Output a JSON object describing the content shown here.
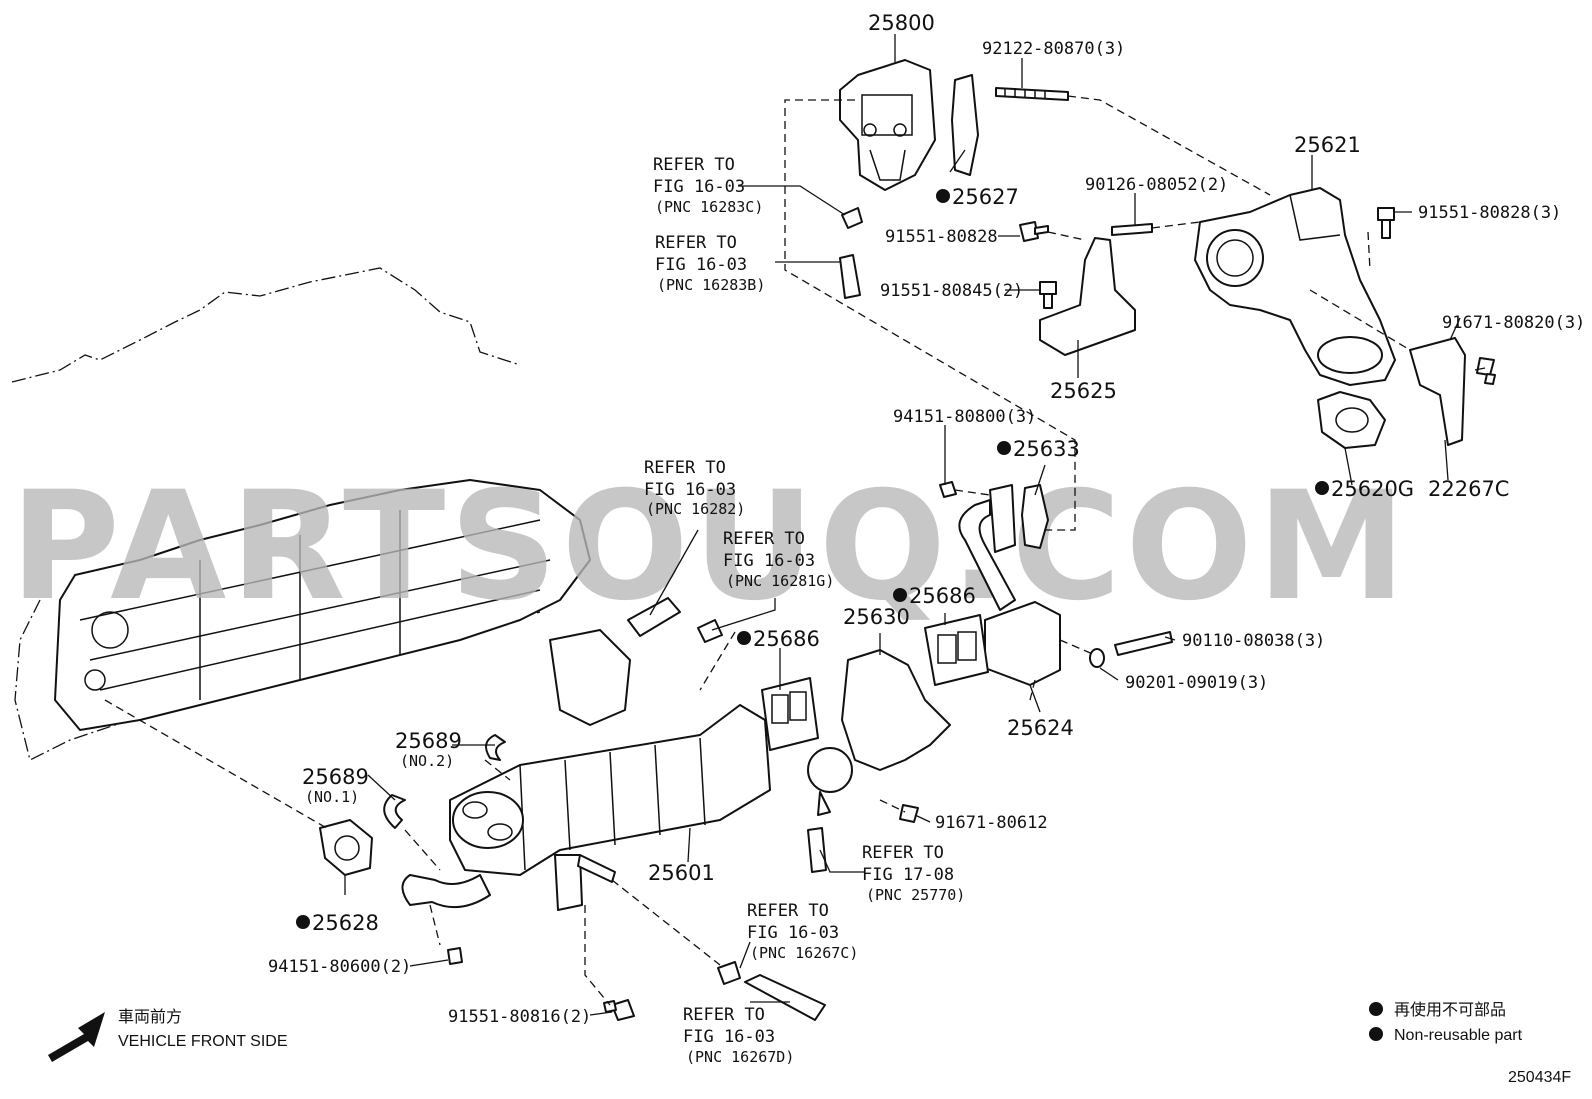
{
  "diagram": {
    "part_numbers": {
      "p25800": "25800",
      "p92122": "92122-80870(3)",
      "p25621": "25621",
      "p90126": "90126-08052(2)",
      "p91551_828_3": "91551-80828(3)",
      "p25627": "25627",
      "p91551_828": "91551-80828",
      "p91551_845": "91551-80845(2)",
      "p25625": "25625",
      "p91671_820": "91671-80820(3)",
      "p94151_800": "94151-80800(3)",
      "p25633": "25633",
      "p25620g": "25620G",
      "p22267c": "22267C",
      "p25686a": "25686",
      "p25686b": "25686",
      "p25630": "25630",
      "p90110": "90110-08038(3)",
      "p90201": "90201-09019(3)",
      "p25624": "25624",
      "p25689_2": "25689",
      "p25689_1": "25689",
      "p91671_612": "91671-80612",
      "p25601": "25601",
      "p25628": "25628",
      "p94151_600": "94151-80600(2)",
      "p91551_816": "91551-80816(2)",
      "p250434f": "250434F"
    },
    "sub_labels": {
      "no2": "(NO.2)",
      "no1": "(NO.1)"
    },
    "refer_to": "REFER TO",
    "refs": {
      "r16283c": {
        "fig": "FIG 16-03",
        "pnc": "(PNC 16283C)"
      },
      "r16283b": {
        "fig": "FIG 16-03",
        "pnc": "(PNC 16283B)"
      },
      "r16282": {
        "fig": "FIG 16-03",
        "pnc": "(PNC 16282)"
      },
      "r16281g": {
        "fig": "FIG 16-03",
        "pnc": "(PNC 16281G)"
      },
      "r25770": {
        "fig": "FIG 17-08",
        "pnc": "(PNC 25770)"
      },
      "r16267c": {
        "fig": "FIG 16-03",
        "pnc": "(PNC 16267C)"
      },
      "r16267d": {
        "fig": "FIG 16-03",
        "pnc": "(PNC 16267D)"
      }
    },
    "front_jp": "車両前方",
    "front_en": "VEHICLE FRONT SIDE",
    "legend_jp": "再使用不可部品",
    "legend_en": "Non-reusable part",
    "watermark": "PARTSOUQ.COM"
  }
}
